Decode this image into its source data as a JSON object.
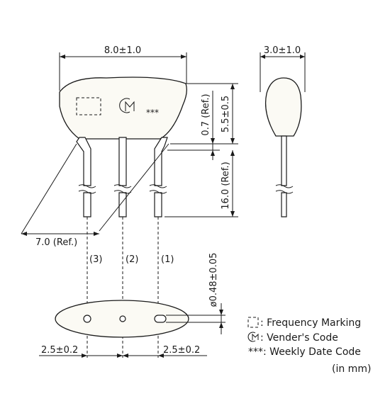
{
  "dimensions": {
    "width_total": "8.0±1.0",
    "thickness": "3.0±1.0",
    "body_height": "5.5±0.5",
    "lead_bend": "0.7 (Ref.)",
    "lead_length": "16.0 (Ref.)",
    "lead_pitch_span": "7.0 (Ref.)",
    "lead_diameter": "ø0.48±0.05",
    "pitch_left": "2.5±0.2",
    "pitch_right": "2.5±0.2"
  },
  "pins": {
    "left": "(3)",
    "center": "(2)",
    "right": "(1)"
  },
  "marking": {
    "logo": "CM",
    "date_code": "***"
  },
  "legend": {
    "frequency": ": Frequency Marking",
    "vendor": ": Vender's Code",
    "weekly": "***: Weekly Date Code",
    "units": "(in mm)"
  }
}
